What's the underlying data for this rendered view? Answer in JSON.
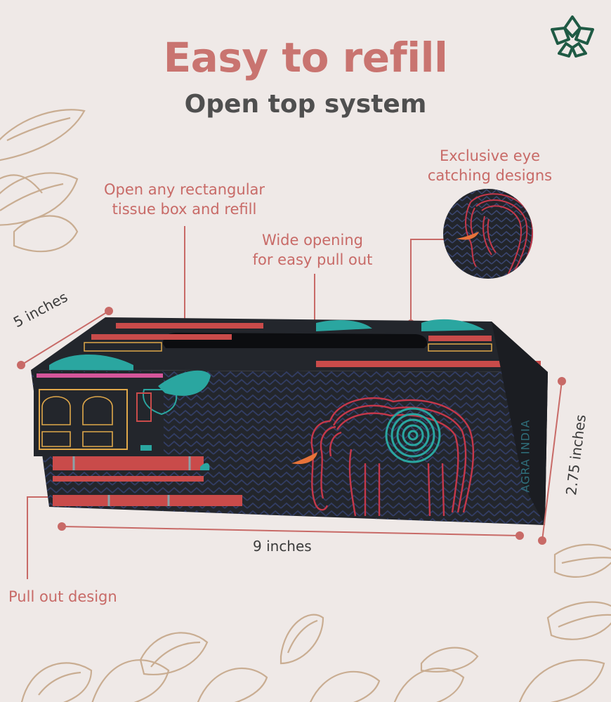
{
  "heading": {
    "title": "Easy to refill",
    "subtitle": "Open top system"
  },
  "callouts": {
    "refill": "Open any rectangular\ntissue box and refill",
    "opening": "Wide opening\nfor easy pull out",
    "designs": "Exclusive eye\ncatching designs",
    "pull_out": "Pull out design"
  },
  "dimensions": {
    "depth": "5 inches",
    "width": "9 inches",
    "height": "2.75 inches"
  },
  "box_print": {
    "brand_text": "AGRA INDIA"
  },
  "icons": {
    "logo": "lotus-logo-icon",
    "decor": "pistachio-outline-icon"
  },
  "colors": {
    "accent": "#c86a67",
    "title": "#c97470",
    "subtitle": "#4f4f4f",
    "background": "#efe9e7",
    "box": "#22252b",
    "logo": "#1f5a44",
    "decor": "#c9ad92"
  }
}
